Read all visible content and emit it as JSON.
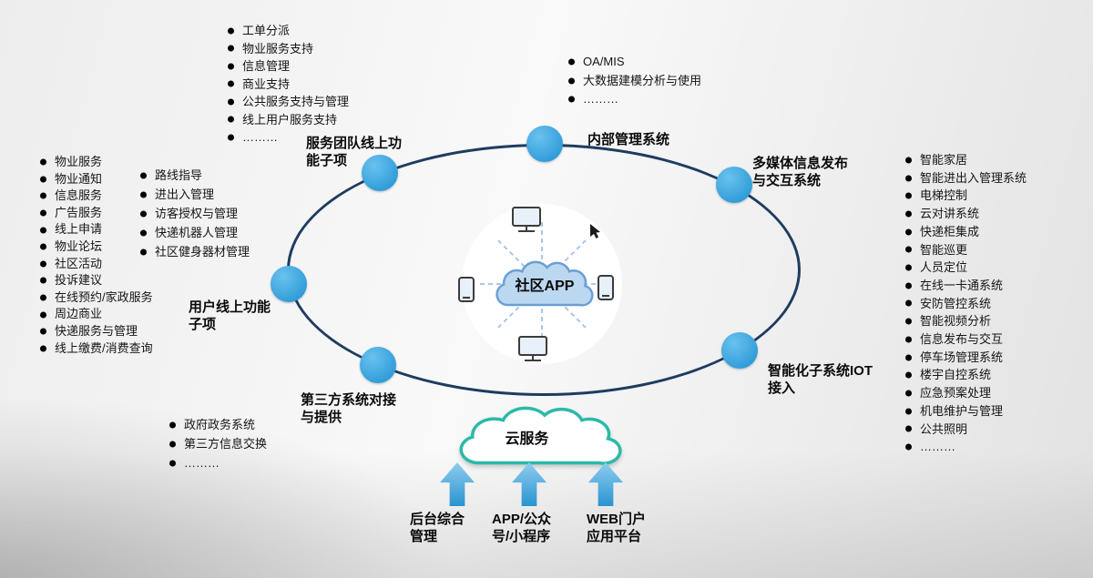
{
  "colors": {
    "node_blue": "#2f9cd9",
    "node_blue_light": "#6ac2ee",
    "orbit_navy": "#1e3c5f",
    "cloud_teal": "#2bb9a8",
    "center_cloud_fill": "#bcd8f1",
    "center_cloud_stroke": "#6b9fd3",
    "arrow_blue": "#2a94d1",
    "arrow_blue_light": "#8ecdee"
  },
  "center": {
    "label": "社区APP"
  },
  "cloud": {
    "label": "云服务"
  },
  "nodes": {
    "service_team": {
      "title": "服务团队线上功\n能子项",
      "items": [
        "工单分派",
        "物业服务支持",
        "信息管理",
        "商业支持",
        "公共服务支持与管理",
        "线上用户服务支持",
        "………"
      ]
    },
    "internal_mgmt": {
      "title": "内部管理系统",
      "items": [
        "OA/MIS",
        "大数据建模分析与使用",
        "………"
      ]
    },
    "multimedia": {
      "title": "多媒体信息发布\n与交互系统"
    },
    "user_functions": {
      "title": "用户线上功能\n子项",
      "items": [
        "物业服务",
        "物业通知",
        "信息服务",
        "广告服务",
        "线上申请",
        "物业论坛",
        "社区活动",
        "投诉建议",
        "在线预约/家政服务",
        "周边商业",
        "快递服务与管理",
        "线上缴费/消费查询"
      ],
      "items_extra": [
        "路线指导",
        "进出入管理",
        "访客授权与管理",
        "快递机器人管理",
        "社区健身器材管理"
      ]
    },
    "third_party": {
      "title": "第三方系统对接\n与提供",
      "items": [
        "政府政务系统",
        "第三方信息交换",
        "………"
      ]
    },
    "iot": {
      "title": "智能化子系统IOT\n接入",
      "items": [
        "智能家居",
        "智能进出入管理系统",
        "电梯控制",
        "云对讲系统",
        "快递柜集成",
        "智能巡更",
        "人员定位",
        "在线一卡通系统",
        "安防管控系统",
        "智能视频分析",
        "信息发布与交互",
        "停车场管理系统",
        "楼宇自控系统",
        "应急预案处理",
        "机电维护与管理",
        "公共照明",
        "………"
      ]
    }
  },
  "access": {
    "arrows": [
      {
        "label": "后台综合\n管理"
      },
      {
        "label": "APP/公众\n号/小程序"
      },
      {
        "label": "WEB门户\n应用平台"
      }
    ]
  }
}
